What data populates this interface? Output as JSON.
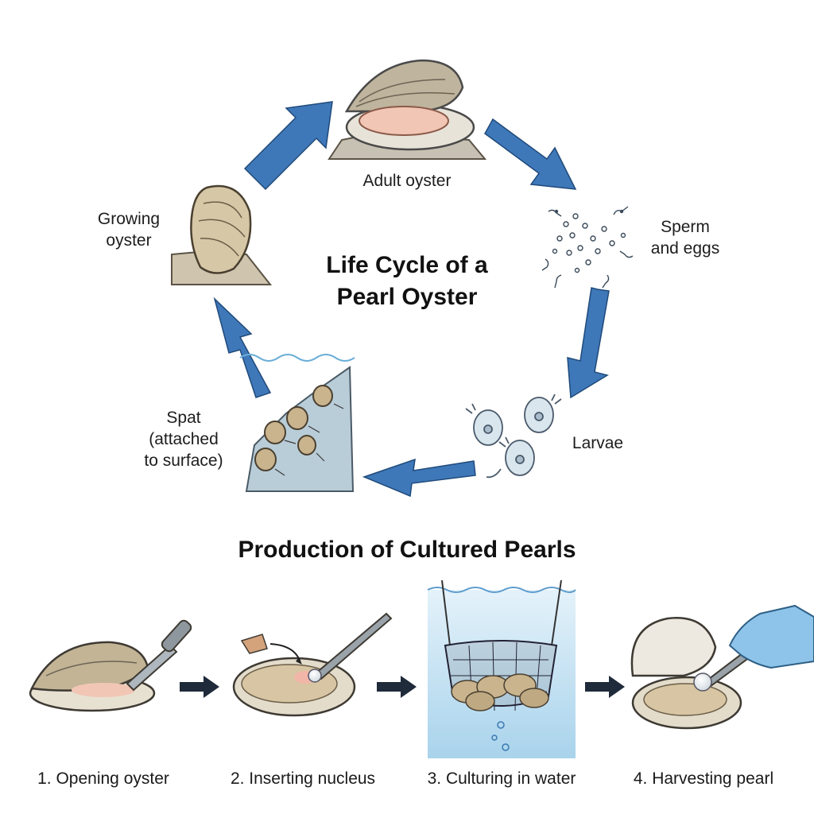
{
  "cycle": {
    "title_line1": "Life Cycle of a",
    "title_line2": "Pearl Oyster",
    "stages": {
      "adult": "Adult oyster",
      "sperm_line1": "Sperm",
      "sperm_line2": "and eggs",
      "larvae": "Larvae",
      "spat_line1": "Spat",
      "spat_line2": "(attached",
      "spat_line3": "to surface)",
      "growing_line1": "Growing",
      "growing_line2": "oyster"
    }
  },
  "production": {
    "title": "Production of Cultured Pearls",
    "steps": [
      "1. Opening oyster",
      "2. Inserting nucleus",
      "3. Culturing in water",
      "4. Harvesting pearl"
    ]
  },
  "colors": {
    "arrow": "#3f78b9",
    "shell": "#c9b99a",
    "rock": "#c9c2b2",
    "water": "#bcdcef",
    "glove": "#8ec4ea"
  }
}
